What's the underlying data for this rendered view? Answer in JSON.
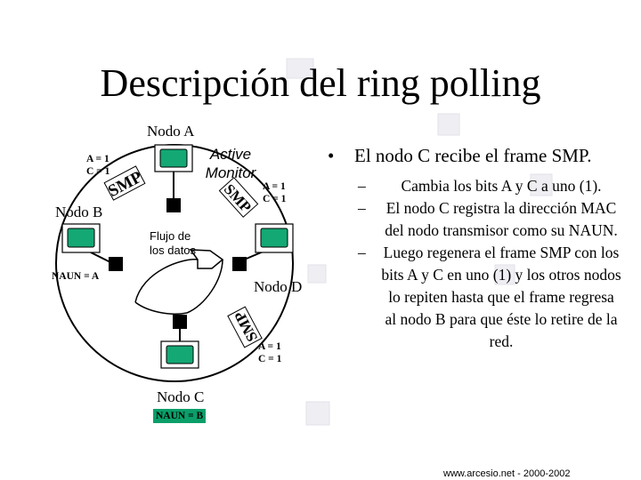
{
  "title": "Descripción del ring polling",
  "diagram": {
    "nodo_a": "Nodo A",
    "nodo_b": "Nodo B",
    "nodo_c": "Nodo C",
    "nodo_d": "Nodo D",
    "active_monitor_1": "Active",
    "active_monitor_2": "Monitor",
    "flujo_1": "Flujo de",
    "flujo_2": "los datos",
    "naun_a": "NAUN = A",
    "naun_b": "NAUN = B",
    "bits_left_a": "A = 1",
    "bits_left_c": "C = 1",
    "bits_right_a": "A = 1",
    "bits_right_c": "C = 1",
    "bits_bottom_a": "A = 1",
    "bits_bottom_c": "C = 1",
    "smp_1": "SMP",
    "smp_2": "SMP",
    "smp_3": "SMP"
  },
  "content": {
    "bullet": "El nodo C recibe el frame SMP.",
    "subs": [
      "Cambia los bits A y C a uno (1).",
      "El nodo C registra la dirección MAC del nodo transmisor como su NAUN.",
      "Luego regenera el frame SMP con los bits A y C en uno (1) y los otros nodos lo repiten hasta que el frame regresa al nodo B para que éste lo retire de la red."
    ]
  },
  "footer": "www.arcesio.net - 2000-2002",
  "colors": {
    "screen": "#13a874",
    "naun_b_bg": "#0b9f6a",
    "ring": "#000000",
    "background_squares": "#e8e8ee"
  }
}
